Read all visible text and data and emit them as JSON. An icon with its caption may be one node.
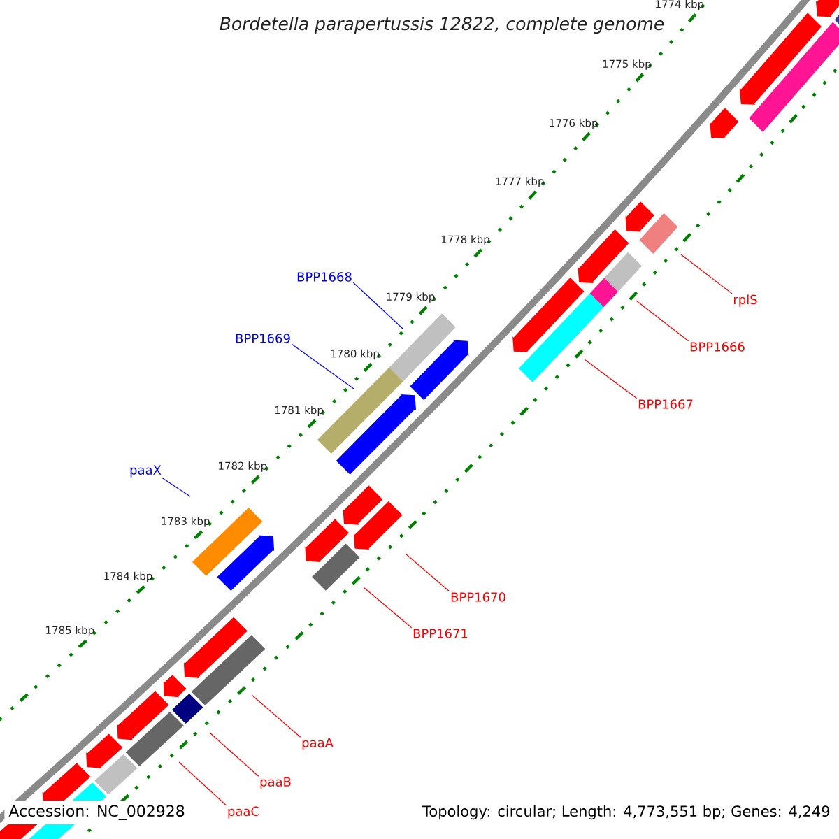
{
  "diagram": {
    "title": "Bordetella parapertussis 12822, complete genome",
    "nodes": [
      {
        "text": [
          "BPP1668"
        ]
      },
      {
        "text": [
          "rplS"
        ]
      },
      {
        "text": [
          "BPP1669"
        ]
      },
      {
        "text": [
          "BPP1666"
        ]
      },
      {
        "text": [
          "BPP1667"
        ]
      },
      {
        "text": [
          "paaX"
        ]
      },
      {
        "text": [
          "BPP1670"
        ]
      },
      {
        "text": [
          "BPP1671"
        ]
      },
      {
        "text": [
          "paaA"
        ]
      },
      {
        "text": [
          "paaB"
        ]
      },
      {
        "text": [
          "paaC"
        ]
      }
    ],
    "edges": [
      {
        "from": 0,
        "to": null,
        "arrow": "none",
        "color": "#0000ff"
      },
      {
        "from": 1,
        "to": null,
        "arrow": "none"
      },
      {
        "from": 2,
        "to": null,
        "arrow": "none",
        "color": "#0000ff"
      },
      {
        "from": 3,
        "to": null,
        "arrow": "none"
      },
      {
        "from": 4,
        "to": null,
        "arrow": "none"
      },
      {
        "from": 5,
        "to": null,
        "arrow": "none",
        "color": "#0000ff"
      },
      {
        "from": 6,
        "to": null,
        "arrow": "none"
      },
      {
        "from": 7,
        "to": null,
        "arrow": "none"
      },
      {
        "from": 8,
        "to": null,
        "arrow": "none"
      },
      {
        "from": 9,
        "to": null,
        "arrow": "none"
      },
      {
        "from": 10,
        "to": null,
        "arrow": "none"
      }
    ],
    "labels": [
      "1774 kbp",
      "1775 kbp",
      "1776 kbp",
      "1777 kbp",
      "1778 kbp",
      "1779 kbp",
      "1780 kbp",
      "1781 kbp",
      "1782 kbp",
      "1783 kbp",
      "1784 kbp",
      "1785 kbp",
      "Accession: NC_002928",
      "Topology: circular; Length: 4,773,551 bp; Genes: 4,249"
    ]
  }
}
